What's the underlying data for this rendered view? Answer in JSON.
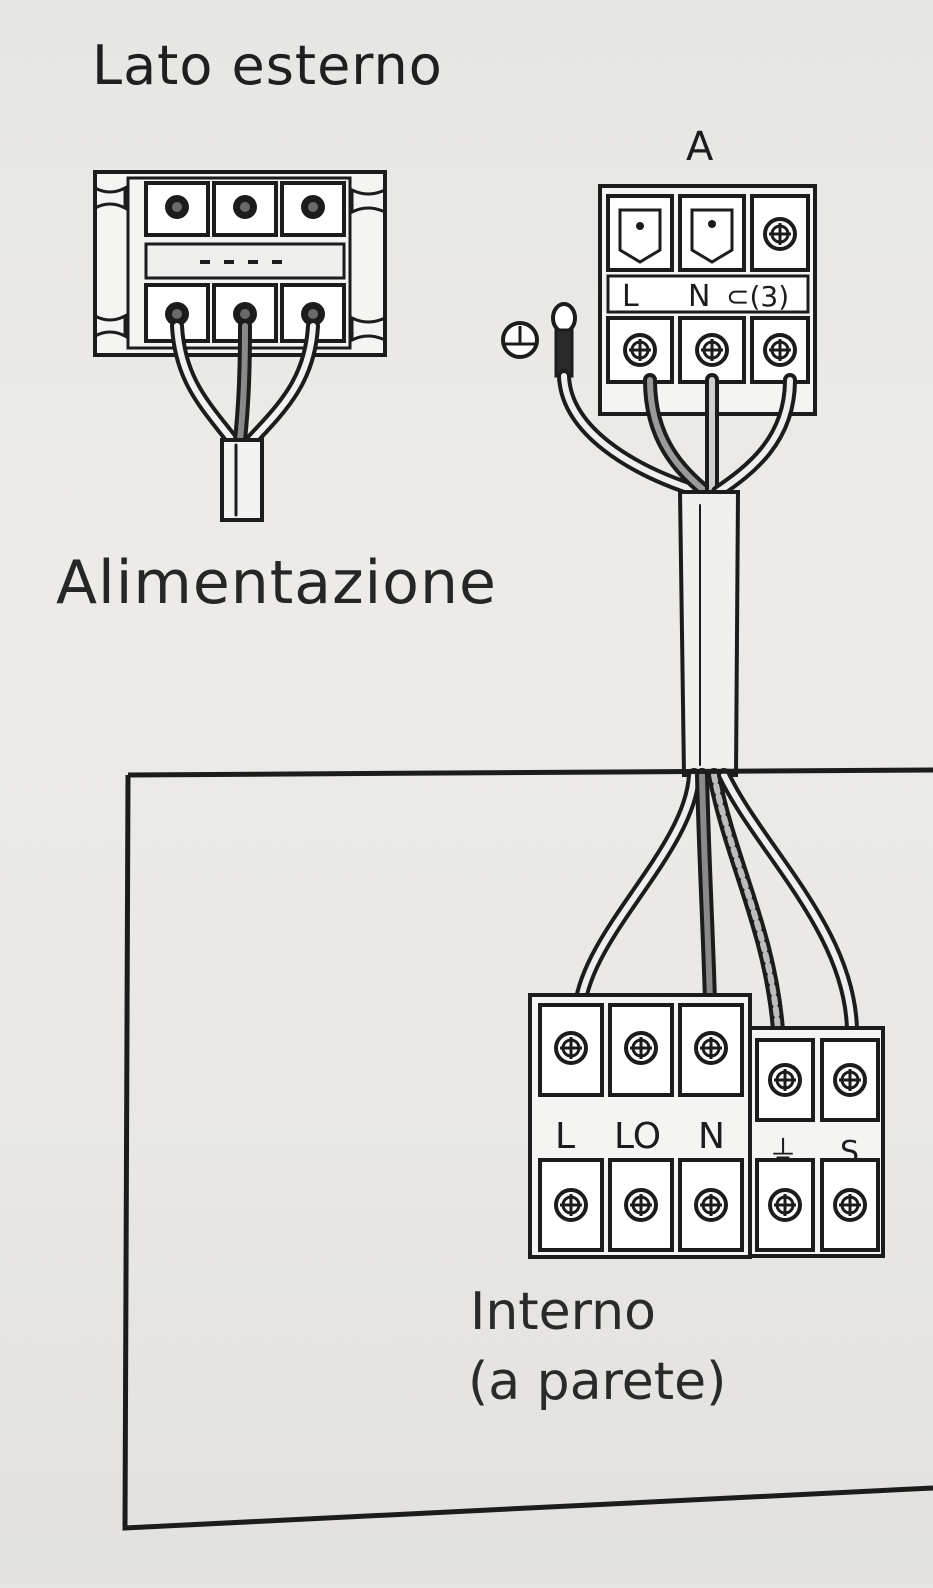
{
  "labels": {
    "outdoor_side": "Lato esterno",
    "terminal_a": "A",
    "power_supply": "Alimentazione",
    "indoor_line1": "Interno",
    "indoor_line2": "(a parete)"
  },
  "terminal_a_markings": [
    "L",
    "N",
    "⊂(3)"
  ],
  "indoor_terminal_markings": [
    "L",
    "LO",
    "N",
    "⏚",
    "S"
  ],
  "ground_symbol": "ground-icon",
  "colors": {
    "ink": "#1c1c1c",
    "paper": "#e8e7e4"
  }
}
